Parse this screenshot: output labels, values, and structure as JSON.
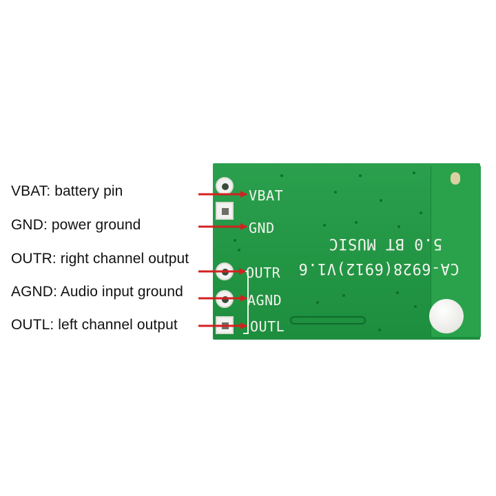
{
  "pin_descriptions": [
    {
      "text": "VBAT: battery pin"
    },
    {
      "text": "GND: power ground"
    },
    {
      "text": "OUTR: right channel output"
    },
    {
      "text": "AGND: Audio input ground"
    },
    {
      "text": "OUTL: left channel output"
    }
  ],
  "board": {
    "pins": [
      "VBAT",
      "GND",
      "OUTR",
      "AGND",
      "OUTL"
    ],
    "silkscreen_line1": "5.0 BT MUSIC",
    "silkscreen_line2": "CA-6928(6912)V1.6"
  },
  "colors": {
    "board_green": "#1f9a43",
    "arrow_red": "#d42020",
    "text": "#111111"
  }
}
